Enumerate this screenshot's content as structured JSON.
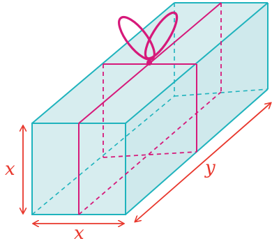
{
  "labels": {
    "height": "x",
    "width": "x",
    "length": "y"
  },
  "colors": {
    "box_fill": "#c9e7ea",
    "box_edge": "#1fb3bd",
    "ribbon": "#d6197a",
    "dimension_arrows": "#e8372c"
  }
}
